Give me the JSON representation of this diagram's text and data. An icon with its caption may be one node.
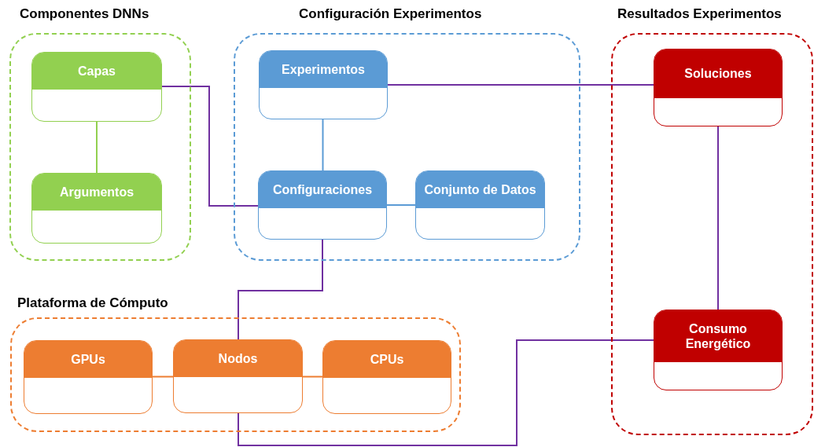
{
  "diagram": {
    "nodes": [
      {
        "text": [
          "Componentes DNNs"
        ]
      },
      {
        "text": [
          "Capas"
        ],
        "in": 0
      },
      {
        "text": [
          "Argumentos"
        ],
        "in": 0
      },
      {
        "text": [
          "Configuración Experimentos"
        ]
      },
      {
        "text": [
          "Experimentos"
        ],
        "in": 3
      },
      {
        "text": [
          "Configuraciones"
        ],
        "in": 3
      },
      {
        "text": [
          "Conjunto de Datos"
        ],
        "in": 3
      },
      {
        "text": [
          "Resultados Experimentos"
        ]
      },
      {
        "text": [
          "Soluciones"
        ],
        "in": 7
      },
      {
        "text": [
          "Consumo Energético"
        ],
        "in": 7
      },
      {
        "text": [
          "Plataforma de Cómputo"
        ]
      },
      {
        "text": [
          "GPUs"
        ],
        "in": 10
      },
      {
        "text": [
          "Nodos"
        ],
        "in": 10
      },
      {
        "text": [
          "CPUs"
        ],
        "in": 10
      }
    ],
    "edges": [
      {
        "from": 1,
        "to": 2,
        "arrow": "none",
        "color": "#92d050"
      },
      {
        "from": 1,
        "to": 5,
        "arrow": "none"
      },
      {
        "from": 4,
        "to": 5,
        "arrow": "none",
        "color": "#5b9bd5"
      },
      {
        "from": 5,
        "to": 6,
        "arrow": "none",
        "color": "#5b9bd5"
      },
      {
        "from": 4,
        "to": 8,
        "arrow": "none"
      },
      {
        "from": 8,
        "to": 9,
        "arrow": "none"
      },
      {
        "from": 5,
        "to": 12,
        "arrow": "none"
      },
      {
        "from": 11,
        "to": 12,
        "arrow": "none",
        "color": "#ed7d31"
      },
      {
        "from": 12,
        "to": 13,
        "arrow": "none",
        "color": "#ed7d31"
      },
      {
        "from": 12,
        "to": 9,
        "arrow": "none"
      }
    ]
  }
}
